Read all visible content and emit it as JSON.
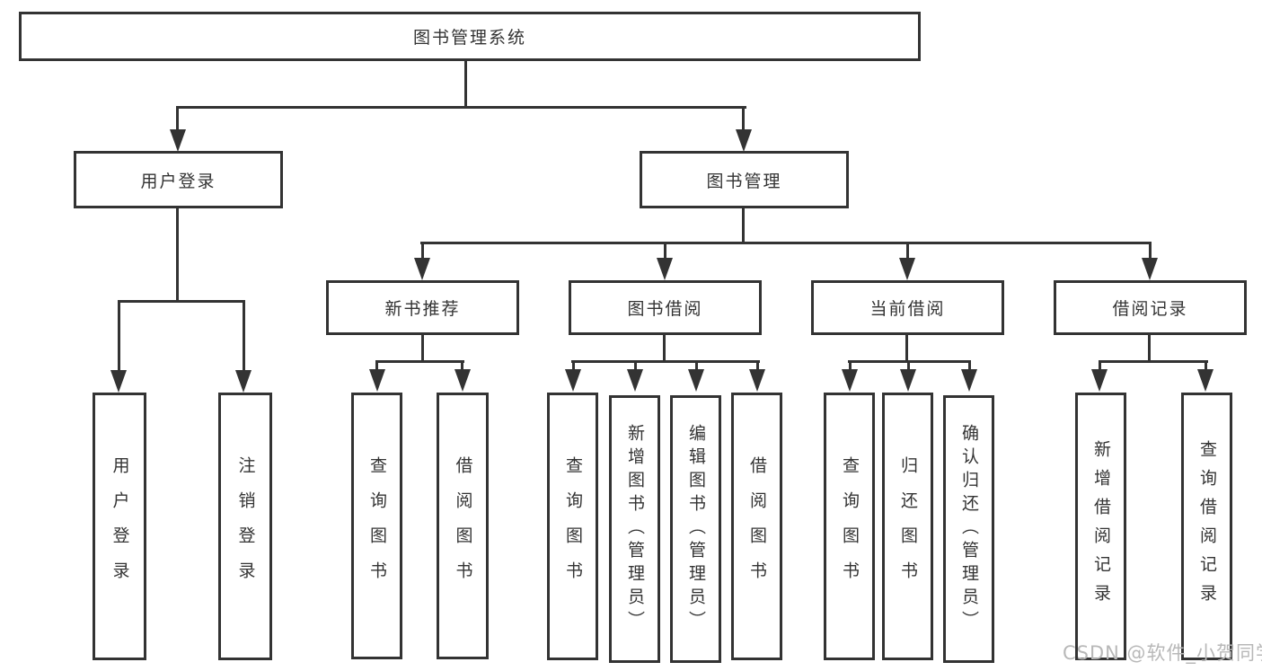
{
  "tree": {
    "root": "图书管理系统",
    "user_login": {
      "label": "用户登录",
      "children": {
        "login": "用户登录",
        "logout": "注销登录"
      }
    },
    "book_mgmt": {
      "label": "图书管理",
      "new_books": {
        "label": "新书推荐",
        "children": {
          "query": "查询图书",
          "borrow": "借阅图书"
        }
      },
      "borrowing": {
        "label": "图书借阅",
        "children": {
          "query": "查询图书",
          "add": "新增图书（管理员）",
          "edit": "编辑图书（管理员）",
          "borrow": "借阅图书"
        }
      },
      "current": {
        "label": "当前借阅",
        "children": {
          "query": "查询图书",
          "return": "归还图书",
          "confirm": "确认归还（管理员）"
        }
      },
      "records": {
        "label": "借阅记录",
        "children": {
          "add": "新增借阅记录",
          "query": "查询借阅记录"
        }
      }
    }
  },
  "watermark": "CSDN @软件_小贺同学",
  "colors": {
    "line": "#333333",
    "text": "#333333",
    "watermark": "#b8b8b8",
    "background": "#ffffff"
  }
}
